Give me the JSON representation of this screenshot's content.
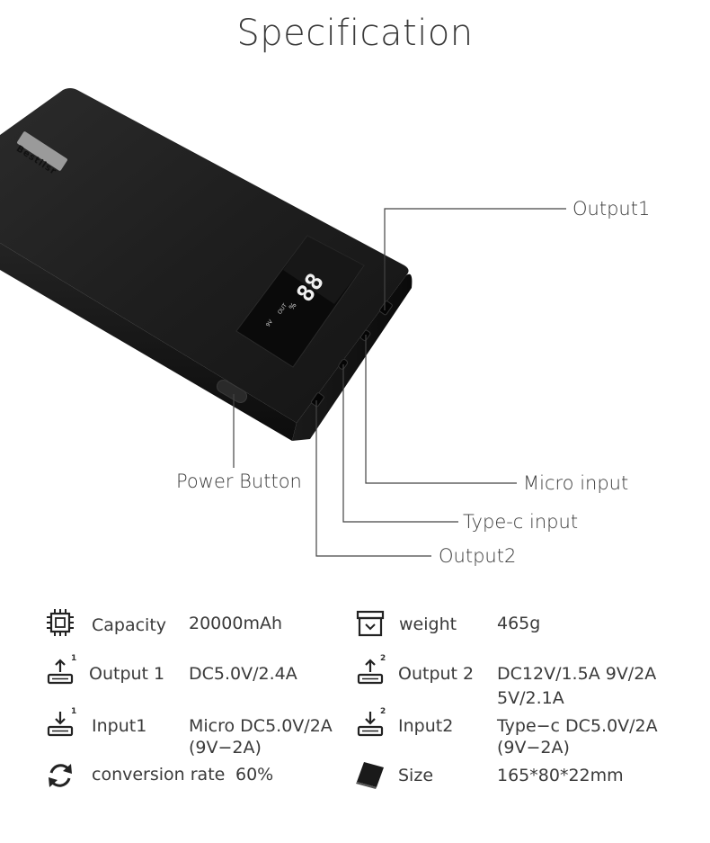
{
  "title": "Specification",
  "product": {
    "brand_text": "Bestilsr",
    "display_digits": "88",
    "display_small_1": "%",
    "display_small_2": "OUT",
    "display_small_3": "9V"
  },
  "callouts": {
    "output1": "Output1",
    "power_button": "Power Button",
    "micro_input": "Micro input",
    "typec_input": "Type-c input",
    "output2": "Output2"
  },
  "specs": {
    "capacity": {
      "label": "Capacity",
      "value": "20000mAh",
      "icon": "chip-icon"
    },
    "weight": {
      "label": "weight",
      "value": "465g",
      "icon": "scale-box-icon"
    },
    "output1": {
      "label": "Output 1",
      "value": "DC5.0V/2.4A",
      "icon": "usb-output-icon",
      "badge": "1"
    },
    "output2": {
      "label": "Output 2",
      "value_line1": "DC12V/1.5A 9V/2A",
      "value_line2": "5V/2.1A",
      "icon": "usb-output-icon",
      "badge": "2"
    },
    "input1": {
      "label": "Input1",
      "value_line1": "Micro DC5.0V/2A",
      "value_line2": "(9V−2A)",
      "icon": "usb-input-icon",
      "badge": "1"
    },
    "input2": {
      "label": "Input2",
      "value_line1": "Type−c DC5.0V/2A",
      "value_line2": "(9V−2A)",
      "icon": "usb-input-icon",
      "badge": "2"
    },
    "conversion": {
      "label": "conversion rate",
      "value": "60%",
      "icon": "refresh-cycle-icon"
    },
    "size": {
      "label": "Size",
      "value": "165*80*22mm",
      "icon": "book-icon"
    }
  }
}
